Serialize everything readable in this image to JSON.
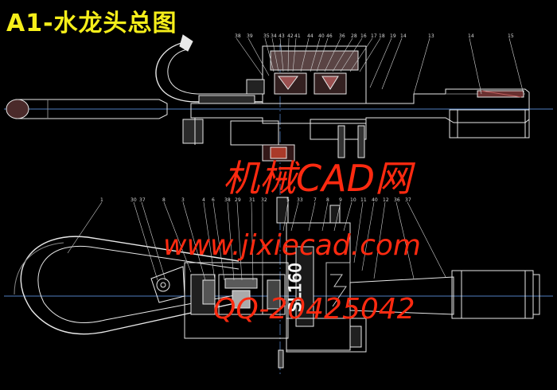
{
  "title": "A1-水龙头总图",
  "model_label": "SL160",
  "part_numbers_top": [
    "38",
    "39",
    "35",
    "34",
    "43",
    "42",
    "41",
    "44",
    "40",
    "46",
    "36",
    "28",
    "16",
    "17",
    "18",
    "19",
    "14",
    "13",
    "14",
    "15"
  ],
  "part_numbers_bottom": [
    "1",
    "30",
    "37",
    "8",
    "3",
    "4",
    "6",
    "38",
    "29",
    "31",
    "32",
    "5",
    "33",
    "7",
    "8",
    "9",
    "10",
    "11",
    "40",
    "12",
    "36",
    "37"
  ],
  "watermark": {
    "site_name": "机械CAD网",
    "url": "www.jixiecad.com",
    "qq": "QQ-20425042"
  }
}
